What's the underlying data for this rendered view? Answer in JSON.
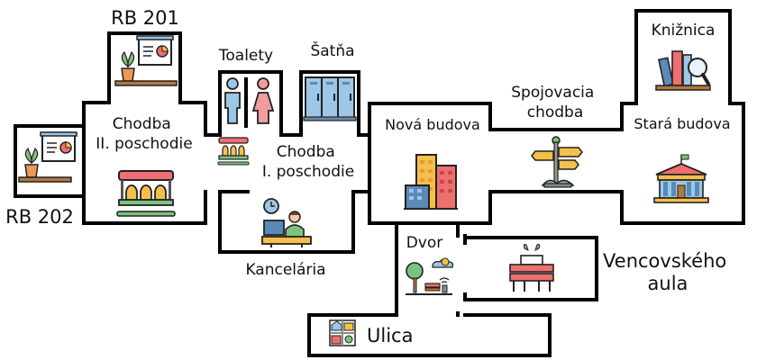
{
  "labels": {
    "rb201": "RB 201",
    "rb202": "RB 202",
    "chodba2_line1": "Chodba",
    "chodba2_line2": "II. poschodie",
    "toalety": "Toalety",
    "satna": "Šatňa",
    "chodba1_line1": "Chodba",
    "chodba1_line2": "I. poschodie",
    "kancelaria": "Kancelária",
    "nova_budova": "Nová budova",
    "spojovacia_line1": "Spojovacia",
    "spojovacia_line2": "chodba",
    "kniznica": "Knižnica",
    "stara_budova": "Stará budova",
    "dvor": "Dvor",
    "vencovskeho_line1": "Vencovského",
    "vencovskeho_line2": "aula",
    "ulica": "Ulica"
  },
  "icons": {
    "rb201": "presentation-board-icon",
    "rb202": "presentation-board-icon",
    "chodba2": "waiting-chairs-icon",
    "toalety": "restroom-icon",
    "satna": "lockers-icon",
    "chodba1": "waiting-chairs-icon",
    "kancelaria": "office-worker-icon",
    "nova_budova": "city-buildings-icon",
    "spojovacia": "signpost-icon",
    "kniznica": "books-icon",
    "stara_budova": "museum-building-icon",
    "dvor": "park-icon",
    "vencovskeho": "lecture-hall-icon",
    "ulica": "street-map-icon"
  }
}
